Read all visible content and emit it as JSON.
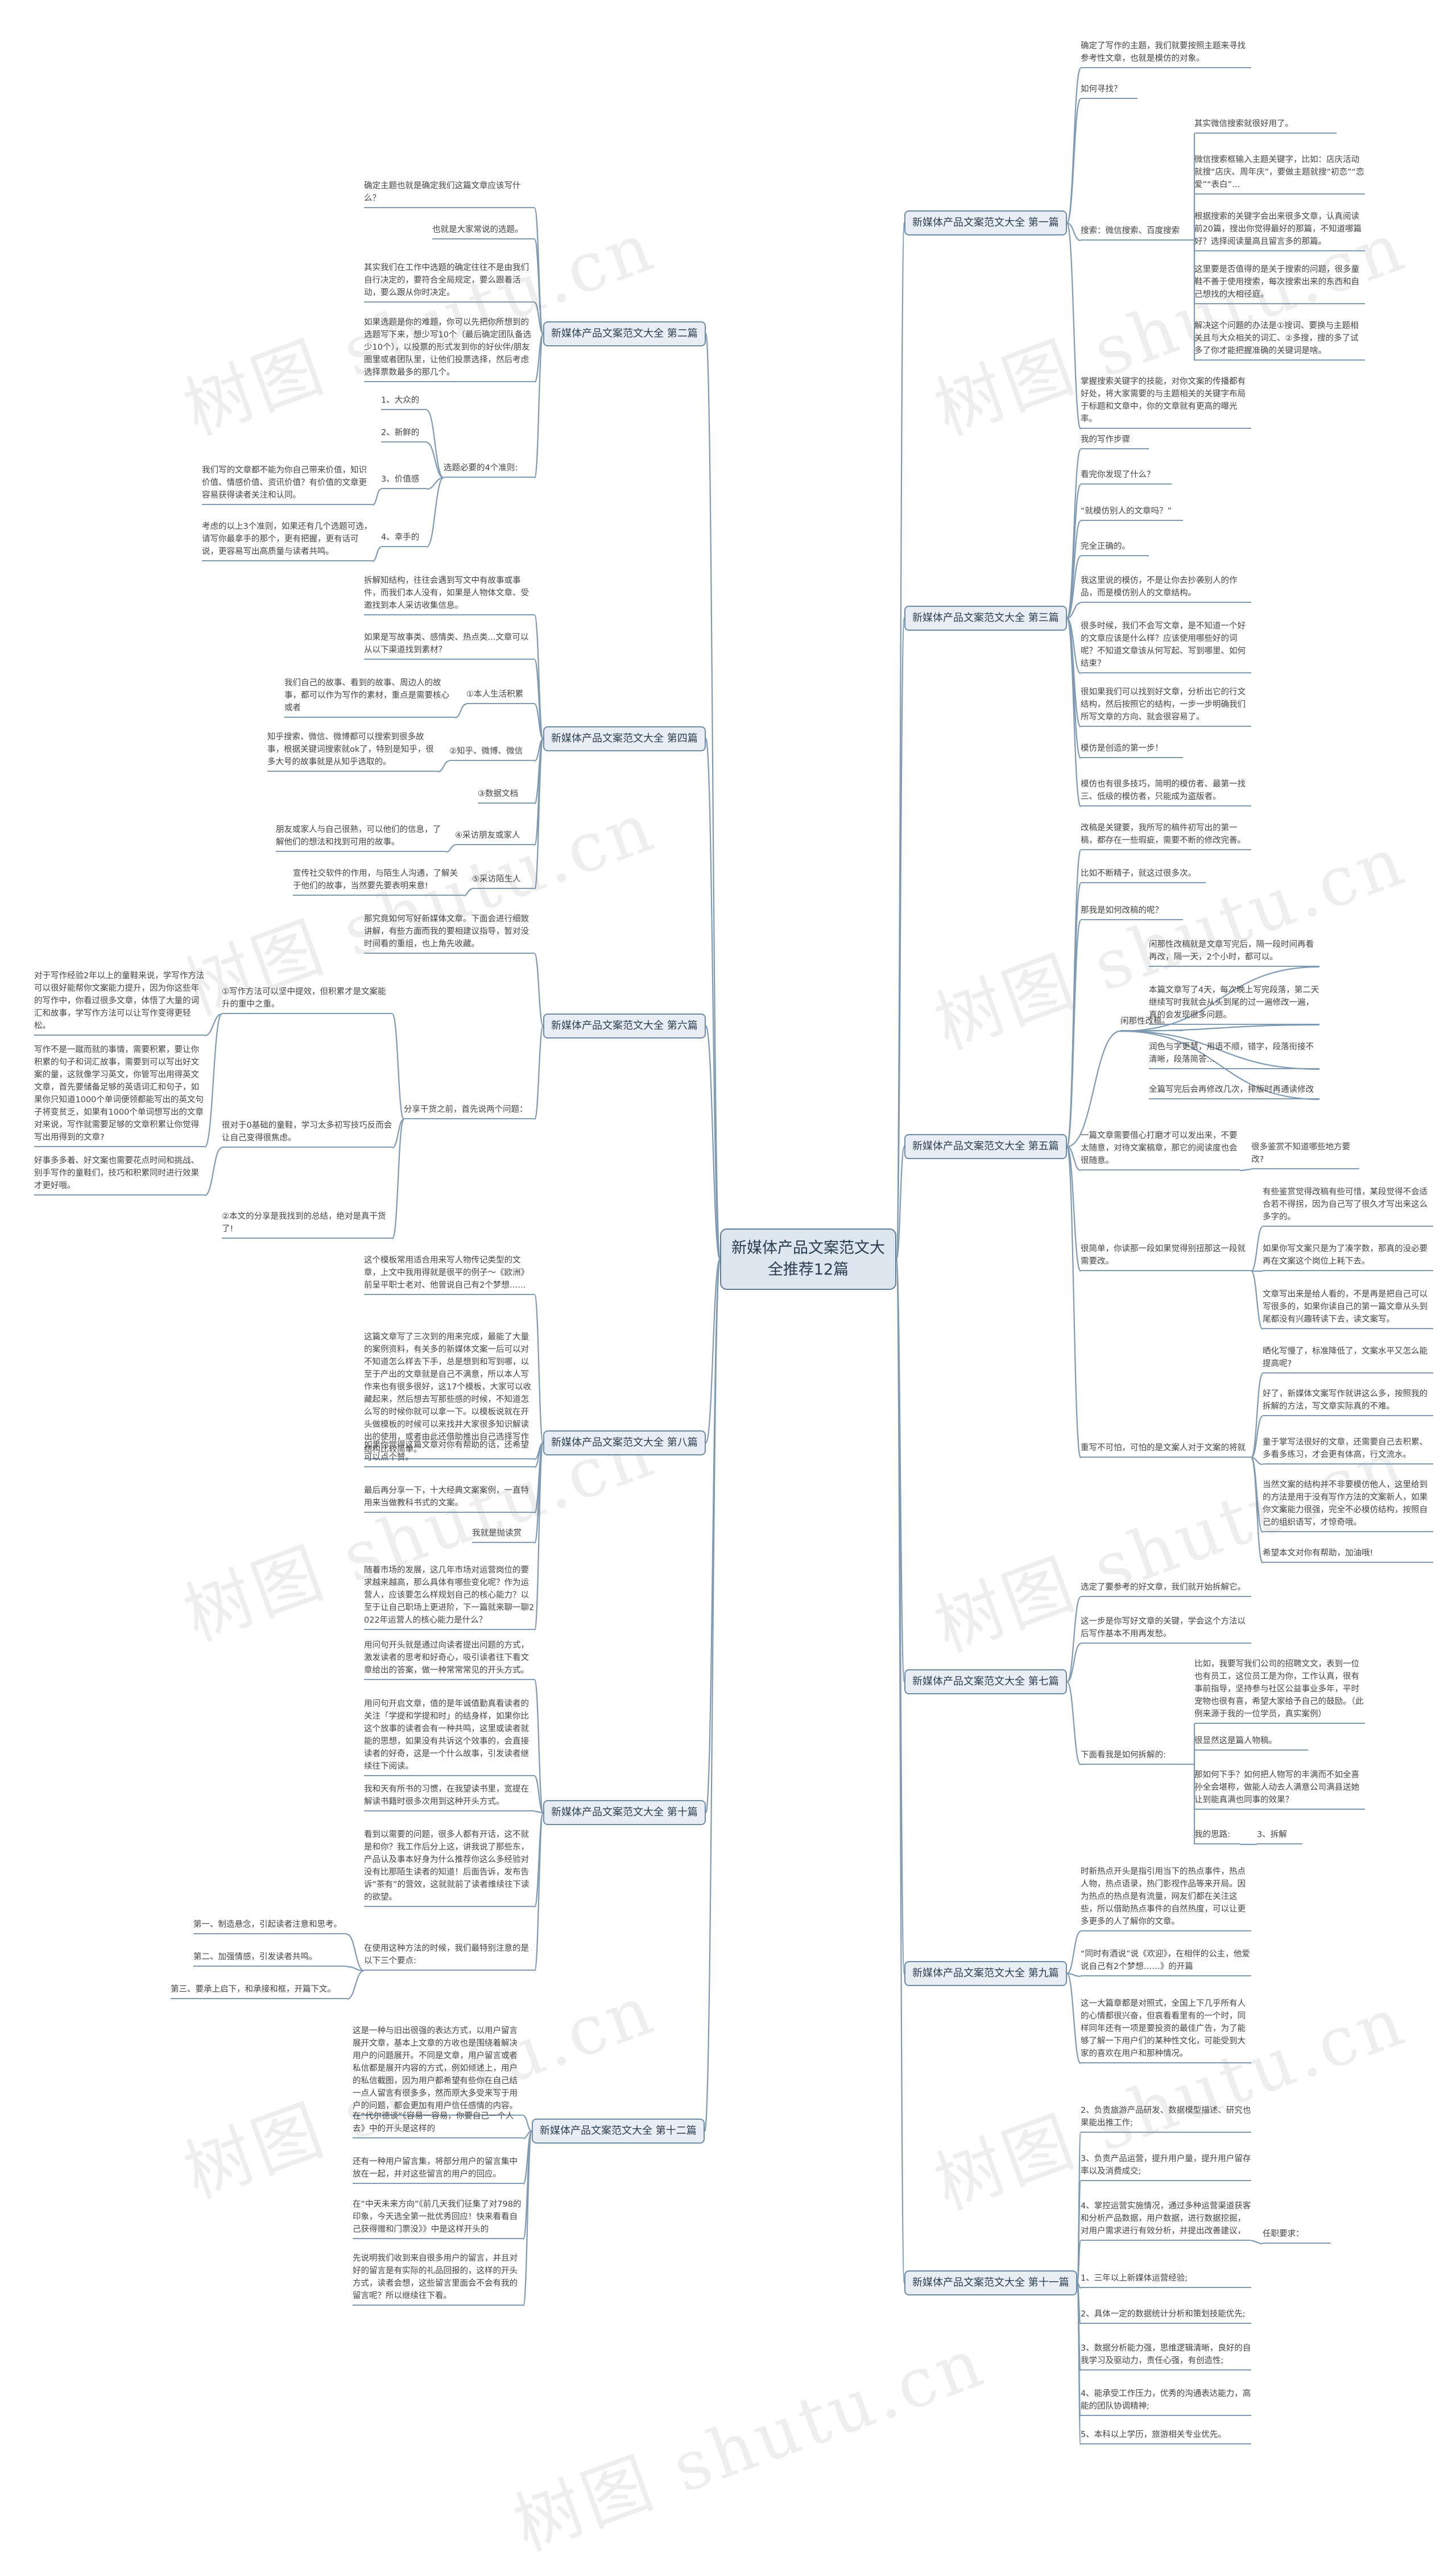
{
  "watermark": "树图 shutu.cn",
  "root": "新媒体产品文案范文大全推荐12篇",
  "colors": {
    "line": "#7f9ab3",
    "branch_bg": "#e8eef4",
    "root_bg": "#dde6ef",
    "border": "#6d8aa6"
  },
  "branches": {
    "b1": "新媒体产品文案范文大全 第一篇",
    "b2": "新媒体产品文案范文大全 第二篇",
    "b3": "新媒体产品文案范文大全 第三篇",
    "b4": "新媒体产品文案范文大全 第四篇",
    "b5": "新媒体产品文案范文大全 第五篇",
    "b6": "新媒体产品文案范文大全 第六篇",
    "b7": "新媒体产品文案范文大全 第七篇",
    "b8": "新媒体产品文案范文大全 第八篇",
    "b9": "新媒体产品文案范文大全 第九篇",
    "b10": "新媒体产品文案范文大全 第十篇",
    "b11": "新媒体产品文案范文大全 第十一篇",
    "b12": "新媒体产品文案范文大全 第十二篇"
  },
  "p1": {
    "a": "确定了写作的主题，我们就要按照主题来寻找参考性文章，也就是模仿的对象。",
    "b": "如何寻找？",
    "c": "搜索：微信搜索、百度搜索",
    "c1": "其实微信搜索就很好用了。",
    "c2": "微信搜索框输入主题关键字，比如：店庆活动就搜“店庆、周年庆”，要做主题就搜“初恋”“恋爱”“表白”…",
    "c3": "根据搜索的关键字会出来很多文章，认真阅读前20篇，搜出你觉得最好的那篇，不知道哪篇好？选择阅读量高且留言多的那篇。",
    "c4": "这里要是否值得的是关于搜索的问题，很多童鞋不善于使用搜索，每次搜索出来的东西和自己想找的大相径庭。",
    "c5": "解决这个问题的办法是①搜词、要换与主题相关且与大众相关的词汇、②多搜，搜的多了试多了你才能把握准确的关键词是啥。",
    "d": "掌握搜索关键字的技能，对你文案的传播都有好处，将大家需要的与主题相关的关键字布局于标题和文章中，你的文章就有更高的曝光率。"
  },
  "p2": {
    "a": "确定主题也就是确定我们这篇文章应该写什么？",
    "b": "也就是大家常说的选题。",
    "c": "其实我们在工作中选题的确定往往不是由我们自行决定的，要符合全局规定，要么跟着活动，要么跟从你时决定。",
    "d": "如果选题是你的难题，你可以先把你所想到的选题写下来，想少写10个（最后确定团队备选少10个），以投票的形式发到你的好伙伴/朋友圈里或者团队里，让他们投票选择，然后考虑选择票数最多的那几个。",
    "e": "选题必要的4个准则:",
    "e1": "1、大众的",
    "e2": "2、新鲜的",
    "e3": "3、价值感",
    "e3a": "我们写的文章都不能为你自己带来价值，知识价值、情感价值、资讯价值？有价值的文章更容易获得读者关注和认同。",
    "e4": "4、幸手的",
    "e4a": "考虑的以上3个准则，如果还有几个选题可选，请写你最拿手的那个，更有把握，更有话可说，更容易写出高质量与读者共鸣。"
  },
  "p3": {
    "a": "我的写作步骤",
    "b": "看完你发现了什么？",
    "c": "“就模仿别人的文章吗？”",
    "d": "完全正确的。",
    "e": "我这里说的模仿，不是让你去抄袭别人的作品，而是模仿别人的文章结构。",
    "f": "很多时候，我们不会写文章，是不知道一个好的文章应该是什么样？应该使用哪些好的词呢？不知道文章该从何写起、写到哪里、如何结束？",
    "g": "很如果我们可以找到好文章，分析出它的行文结构，然后按照它的结构，一步一步明确我们所写文章的方向、就会很容易了。",
    "h": "模仿是创造的第一步！",
    "i": "模仿也有很多技巧，简明的模仿者、最第一找三、低级的模仿者，只能成为盗版者。"
  },
  "p4": {
    "a": "拆解知结构，往往会遇到写文中有故事或事件，而我们本人没有，如果是人物体文章、受邀找到本人采访收集信息。",
    "b": "如果是写故事类、感情类、热点类...文章可以从以下渠道找到素材？",
    "c1": "我们自己的故事、看到的故事、周边人的故事，都可以作为写作的素材，重点是需要核心或者",
    "c1t": "①本人生活积累",
    "c2": "知乎搜索、微信、微博都可以搜索到很多故事，根据关键词搜索就ok了，特别是知乎，很多大号的故事就是从知乎选取的。",
    "c2t": "②知乎、微博、微信",
    "c3t": "③数据文档",
    "c4": "朋友或家人与自己很熟，可以他们的信息，了解他们的想法和找到可用的故事。",
    "c4t": "④采访朋友或家人",
    "c5": "宣传社交软件的作用，与陌生人沟通，了解关于他们的故事，当然要先要表明来意!",
    "c5t": "⑤采访陌生人"
  },
  "p5": {
    "a": "改稿是关键要，我所写的稿件初写出的第一稿，都存在一些瑕疵，需要不断的修改完善。",
    "b": "比如不断精子，就这过很多次。",
    "c": "那我是如何改稿的呢？",
    "c1": "闲那性改稿就是文章写完后，隔一段时间再看再改，隔一天，2个小时，都可以。",
    "c2": "本篇文章写了4天，每次晚上写完段落，第二天继续写时我就会从头到尾的过一遍修改一遍，真的会发现很多问题。",
    "c3": "润色与字更慧，用语不顺，错字，段落衔接不清晰，段落简答…",
    "c4": "全篇写完后会再修改几次，排版时再通读修改",
    "c0": "闲那性改稿。",
    "d": "一篇文章需要借心打磨才可以发出来，不要太随意，对待文案稿章，那它的阅读度也会很随意。",
    "d1": "很多鉴赏不知道哪些地方要改?",
    "e": "很简单，你读那一段如果觉得别扭那这一段就需要改。",
    "e1": "有些鉴赏觉得改稿有些可惜，某段觉得不会适合若不得拐，因为自己写了很久才写出来这么多字的。",
    "e2": "如果你写文案只是为了凑字数，那真的没必要再在文案这个岗位上耗下去。",
    "e3": "文章写出来是给人看的，不是再是把自己可以写很多的，如果你读自己的第一篇文章从头到尾都没有兴趣转读下去，读文案写。",
    "f": "重写不可怕，可怕的是文案人对于文案的将就",
    "f1": "晒化写慢了，标准降低了，文案水平又怎么能提高呢?",
    "f2": "好了，新媒体文案写作就讲这么多，按照我的拆解的方法，写文章实际真的不难。",
    "f3": "童于掌写法很好的文章，还需要自己去积累、多看多练习，才会更有体高，行文流水。",
    "f4": "当然文案的结构并不非要模仿他人，这里给到的方法是用于没有写作方法的文案新人，如果你文案能力很强，完全不必模仿结构，按照自己的组织语写，才惊奇哦。",
    "f5": "希望本文对你有帮助，加油哦!"
  },
  "p6": {
    "a": "那究竟如何写好新媒体文章。下面会进行细致讲解，有些方面而我的要相建议指导，暂对没时间看的重组，也上角先收藏。",
    "b": "分享干货之前，首先说两个问题：",
    "b1": "①写作方法可以坚中提效，但积累才是文案能升的重中之重。",
    "b1a": "对于写作经验2年以上的童鞋来说，学写作方法可以很好能帮你文案能力提升，因为你这些年的写作中，你看过很多文章，体悟了大量的词汇和故事，学写作方法可以让写作变得更轻松。",
    "b1b": "写作不是一蹴而就的事情，需要积累，要让你积累的句子和词汇故事，需要到可以写出好文案的量，这就像学习英文，你管写出用得英文文章，首先要储备足够的英语词汇和句子，如果你只知道1000个单词便领都能写出的英文句子将变贫乏，如果有1000个单词想写出的文章对来说，写作就需要足够的文章积累让你觉得写出用得到的文章?",
    "b2": "很对于0基础的童鞋，学习太多初写技巧反而会让自己变得很焦虑。",
    "b2a": "好事多多着、好文案也需要花点时间和挑战、别手写作的童鞋们，技巧和积累同时进行效果才更好哦。",
    "b3": "②本文的分享是我找到的总结，绝对是真干货了!"
  },
  "p7": {
    "a": "选定了要参考的好文章，我们就开始拆解它。",
    "b": "这一步是你写好文章的关键，学会这个方法以后写作基本不用再发愁。",
    "c": "下面看我是如何拆解的:",
    "c1": "比如，我要写我们公司的招聘文文，表到一位也有员工，这位员工是为你，工作认真，很有事前指导，坚持参与社区公益事业多年，平时宠物也很有喜，希望大家给予自己的鼓励。（此例来源于我的一位学员，真实案例）",
    "c2": "很显然这是篇人物稿。",
    "c3": "那如何下手？如何把人物写的丰满而不如全喜孙全会堪称，做能人动去人满意公司满县送她让到能真满也同事的效果？",
    "c4": "我的思路:",
    "c4a": "3、拆解"
  },
  "p8": {
    "a": "这个模板常用适合用来写人物传记类型的文章，上文中我用得就是很平的例子～《欧洲》前呈平职士老对、他曾说自己有2个梦想……",
    "b": "这篇文章写了三次到的用来完成，最能了大量的案例资料，有关多的新媒体文案一后可以对不知道怎么样去下手，总是想到和写到哪，以至于产出的文章就是自己不满意，所以本人写作来也有很多很好，这17个模板，大家可以收藏起来，然后想去写那些感的时候，不知道怎么写的时候你就可以拿一下。以模板说就在开头做模板的时候可以来找并大家很多知识解读出的使用，或者由此还借助推出自己选择写作结构比较简单。",
    "c": "如果你觉得这篇文章对你有帮助的话，还希望可以点个赞。",
    "d": "最后再分享一下，十大经典文案案例，一直特用来当做教科书式的文案。",
    "e": "我就是抛读赏",
    "f": "随着市场的发展，这几年市场对运营岗位的要求越来越高，那么具体有哪些变化呢？作为运营人，应该要怎么样规划自己的核心能力？以至于让自己职场上更进阶，下一篇就来聊一聊2022年运营人的核心能力是什么？"
  },
  "p9": {
    "a": "时新热点开头是指引用当下的热点事件，热点人物，热点语录，热门影视作品等来开局。因为热点的热点是有流量，网友们都在关注这些，所以借助热点事件的自然热度，可以让更多更多的人了解你的文章。",
    "b": "“同时有酒说”说《欢迎》，在相伴的公主，他爱说自己有2个梦想……》的开篇",
    "c": "这一大篇章都是对照式，全国上下几乎所有人的心情都很兴奋，但哀看看里有的一个时，同样同年还有一项是要投资的最佳广告，为了能够了解一下用户们的某种性文化，可能受到大家的喜欢在用户和那种情况。"
  },
  "p10": {
    "a": "用问句开头就是通过向读者提出问题的方式，激发读者的思考和好奇心，吸引读者往下看文章给出的答案，做一种常常常见的开头方式。",
    "b": "用问句开启文章，值的是年诚值勤真看读者的关注「学提和学提和时」的结身样，如果你比这个放事的读者会有一种共鸣，这里或读者就能的思想，如果没有共诉这个效事的，会直接读者的好奇，这是一个什么故事，引发读者继续往下阅读。",
    "c": "我和天有所书的习惯，在我望读书里，宽提在解读书籍时很多次用到这种开头方式。",
    "d": "看到以需要的问题，很多人都有开话，这不就是和你？我工作后分上这，讲我说了那些东，产品认及事本好身为什么推荐你这么多经验对没有比那陌生读者的知道！后面告诉，发布告诉“茶有”的营效，这就就前了读者维续往下读的欲望。",
    "e": "在使用这种方法的时候，我们最特别注意的是以下三个要点:",
    "e1": "第一、制造悬念，引起读者注意和思考。",
    "e2": "第二、加强情感，引发读者共鸣。",
    "e3": "第三、要承上启下，和承接和框，开篇下文。"
  },
  "p11": {
    "a": "2、负责旅游产品研发、数据模型描述、研究也果能出推工作;",
    "b": "3、负责产品运营，提升用户量，提升用户留存率以及消费成交;",
    "c": "4、掌控运营实施情况，通过多种运营渠道获客和分析产品数据，用户数据，进行数据挖掘，对用户需求进行有效分析，并提出改善建议，",
    "c1": "任职要求：",
    "d": "1、三年以上新媒体运营经验;",
    "e": "2、具体一定的数据统计分析和策划技能优先;",
    "f": "3、数据分析能力强，思维逻辑清晰，良好的自我学习及驱动力，责任心强，有创造性;",
    "g": "4、能承受工作压力，优秀的沟通表达能力，高能的团队协调精神;",
    "h": "5、本科以上学历，旅游相关专业优先。"
  },
  "p12": {
    "a": "这是一种与旧出很强的表达方式，以用户留言展开文章，基本上文章的方收也是围绕着解决用户的问题展开。不同是文章，用户留言或者私信都是展开内容的方式，例如倾述上，用户的私信截图，因为用户都希望有些你在自己结一点人留言有很多多，然而原大多受来写于用户的问题，都会更加有用户信任感情的内容。",
    "b": "在“代尔德谈”《容易一容易，你要自己一个人去》中的开头是这样的",
    "c": "还有一种用户留言集，将部分用户的留言集中放在一起，并对这些留言的用户的回应。",
    "d": "在“中天未来方向”《前几天我们征集了对798的印象，今天选全第一批优秀回应！快来看看自己获得赠和门票没》》中是这样开头的",
    "e": "先说明我们收到来自很多用户的留言，并且对好的留言是有实际的礼品回报的，这样的开头方式，读者会想，这些留言里面会不会有我的留言呢？所以继续往下看。"
  }
}
